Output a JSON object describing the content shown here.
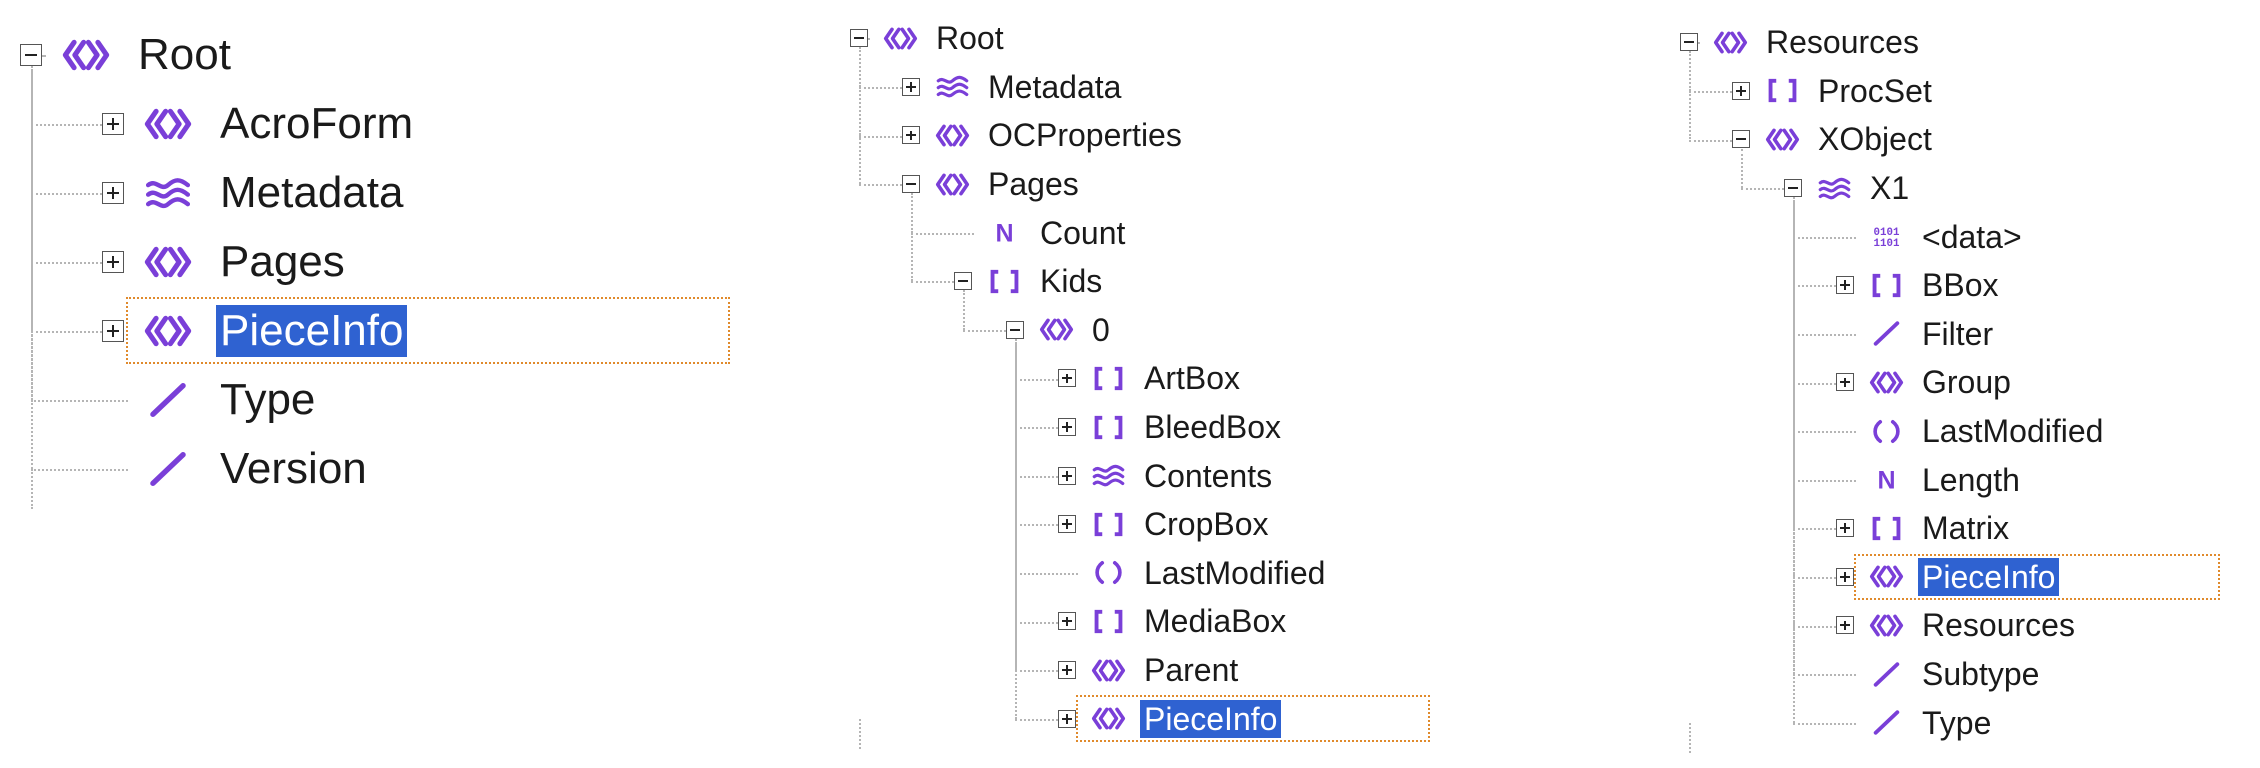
{
  "colors": {
    "icon": "#7a3fd8",
    "selection": "#2f62d1",
    "focus": "#e08a2c",
    "guide": "#b5b5b5"
  },
  "panels": [
    {
      "name": "left",
      "nodes": [
        {
          "label": "Root",
          "icon": "dictionary-icon",
          "toggle": "minus"
        },
        {
          "label": "AcroForm",
          "icon": "dictionary-icon",
          "toggle": "plus"
        },
        {
          "label": "Metadata",
          "icon": "stream-icon",
          "toggle": "plus"
        },
        {
          "label": "Pages",
          "icon": "dictionary-icon",
          "toggle": "plus"
        },
        {
          "label": "PieceInfo",
          "icon": "dictionary-icon",
          "toggle": "plus",
          "selected": true
        },
        {
          "label": "Type",
          "icon": "name-icon",
          "toggle": "none"
        },
        {
          "label": "Version",
          "icon": "name-icon",
          "toggle": "none"
        }
      ]
    },
    {
      "name": "middle",
      "nodes": [
        {
          "label": "Root",
          "icon": "dictionary-icon",
          "toggle": "minus"
        },
        {
          "label": "Metadata",
          "icon": "stream-icon",
          "toggle": "plus"
        },
        {
          "label": "OCProperties",
          "icon": "dictionary-icon",
          "toggle": "plus"
        },
        {
          "label": "Pages",
          "icon": "dictionary-icon",
          "toggle": "minus"
        },
        {
          "label": "Count",
          "icon": "number-icon",
          "toggle": "none"
        },
        {
          "label": "Kids",
          "icon": "array-icon",
          "toggle": "minus"
        },
        {
          "label": "0",
          "icon": "dictionary-icon",
          "toggle": "minus"
        },
        {
          "label": "ArtBox",
          "icon": "array-icon",
          "toggle": "plus"
        },
        {
          "label": "BleedBox",
          "icon": "array-icon",
          "toggle": "plus"
        },
        {
          "label": "Contents",
          "icon": "stream-icon",
          "toggle": "plus"
        },
        {
          "label": "CropBox",
          "icon": "array-icon",
          "toggle": "plus"
        },
        {
          "label": "LastModified",
          "icon": "string-icon",
          "toggle": "none"
        },
        {
          "label": "MediaBox",
          "icon": "array-icon",
          "toggle": "plus"
        },
        {
          "label": "Parent",
          "icon": "dictionary-icon",
          "toggle": "plus"
        },
        {
          "label": "PieceInfo",
          "icon": "dictionary-icon",
          "toggle": "plus",
          "selected": true
        }
      ]
    },
    {
      "name": "right",
      "nodes": [
        {
          "label": "Resources",
          "icon": "dictionary-icon",
          "toggle": "minus"
        },
        {
          "label": "ProcSet",
          "icon": "array-icon",
          "toggle": "plus"
        },
        {
          "label": "XObject",
          "icon": "dictionary-icon",
          "toggle": "minus"
        },
        {
          "label": "X1",
          "icon": "stream-icon",
          "toggle": "minus"
        },
        {
          "label": "<data>",
          "icon": "binary-icon",
          "toggle": "none"
        },
        {
          "label": "BBox",
          "icon": "array-icon",
          "toggle": "plus"
        },
        {
          "label": "Filter",
          "icon": "name-icon",
          "toggle": "none"
        },
        {
          "label": "Group",
          "icon": "dictionary-icon",
          "toggle": "plus"
        },
        {
          "label": "LastModified",
          "icon": "string-icon",
          "toggle": "none"
        },
        {
          "label": "Length",
          "icon": "number-icon",
          "toggle": "none"
        },
        {
          "label": "Matrix",
          "icon": "array-icon",
          "toggle": "plus"
        },
        {
          "label": "PieceInfo",
          "icon": "dictionary-icon",
          "toggle": "plus",
          "selected": true
        },
        {
          "label": "Resources",
          "icon": "dictionary-icon",
          "toggle": "plus"
        },
        {
          "label": "Subtype",
          "icon": "name-icon",
          "toggle": "none"
        },
        {
          "label": "Type",
          "icon": "name-icon",
          "toggle": "none"
        }
      ]
    }
  ]
}
